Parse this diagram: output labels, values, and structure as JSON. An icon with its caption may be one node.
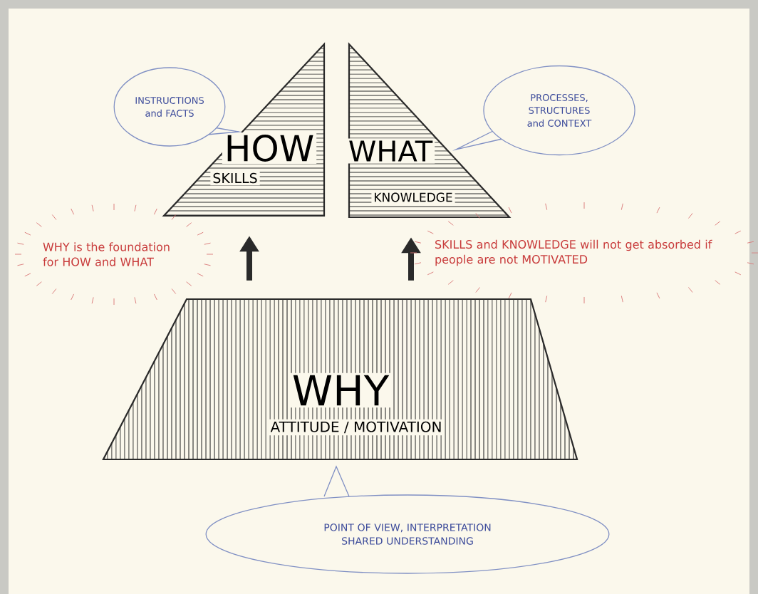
{
  "diagram": {
    "nodes": [
      {
        "text": [
          "HOW",
          "SKILLS"
        ]
      },
      {
        "text": [
          "WHAT",
          "KNOWLEDGE"
        ]
      },
      {
        "text": [
          "INSTRUCTIONS and FACTS"
        ]
      },
      {
        "text": [
          "PROCESSES, STRUCTURES and CONTEXT"
        ]
      },
      {
        "text": [
          "WHY",
          "ATTITUDE / MOTIVATION"
        ]
      },
      {
        "text": [
          "POINT OF VIEW, INTERPRETATION SHARED UNDERSTANDING"
        ]
      }
    ],
    "edges": [
      {
        "from": 4,
        "to": 0,
        "arrow": "to"
      },
      {
        "from": 4,
        "to": 1,
        "arrow": "to"
      }
    ],
    "labels": [
      "WHY is the foundation for HOW and WHAT",
      "SKILLS and KNOWLEDGE will not get absorbed if people are not MOTIVATED"
    ]
  }
}
